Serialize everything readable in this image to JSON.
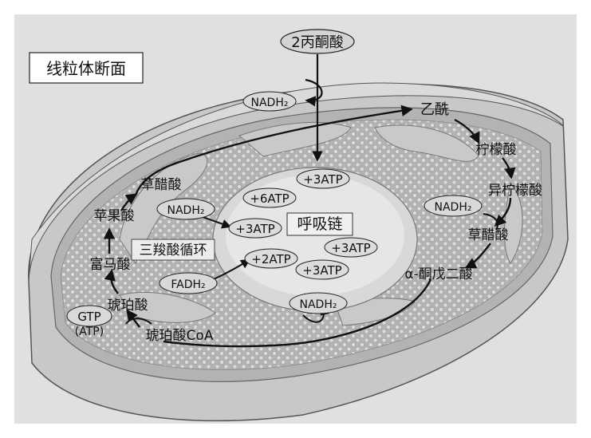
{
  "title": "线粒体断面",
  "colors": {
    "background": "#e0e0e0",
    "membrane_outer": "#c4c4c4",
    "membrane_inner": "#a8a8a8",
    "matrix": "#b9b9b9",
    "granule": "#d6d6d6",
    "arrow": "#111111",
    "pill": "#d9d9d9"
  },
  "inputs": {
    "pyruvate": "2丙酮酸"
  },
  "cycle": {
    "label": "三羧酸循环",
    "acetyl": "乙酰",
    "citrate": "柠檬酸",
    "isocitrate": "异柠檬酸",
    "oxaloacetate_right": "草醋酸",
    "alpha_ketoglutarate": "α-酮戊二酸",
    "succinyl_coa": "琥珀酸CoA",
    "succinate": "琥珀酸",
    "fumarate": "富马酸",
    "malate": "苹果酸",
    "oxaloacetate_left": "草醋酸",
    "gtp": "GTP",
    "atp_paren": "(ATP)"
  },
  "carriers": {
    "nadh_top": "NADH₂",
    "nadh_left": "NADH₂",
    "nadh_right": "NADH₂",
    "nadh_bottom": "NADH₂",
    "fadh": "FADH₂"
  },
  "respiratory_chain": {
    "label": "呼吸链",
    "atp_top": "+3ATP",
    "atp_six": "+6ATP",
    "atp_left": "+3ATP",
    "atp_right": "+3ATP",
    "atp_two": "+2ATP",
    "atp_bottom": "+3ATP"
  }
}
